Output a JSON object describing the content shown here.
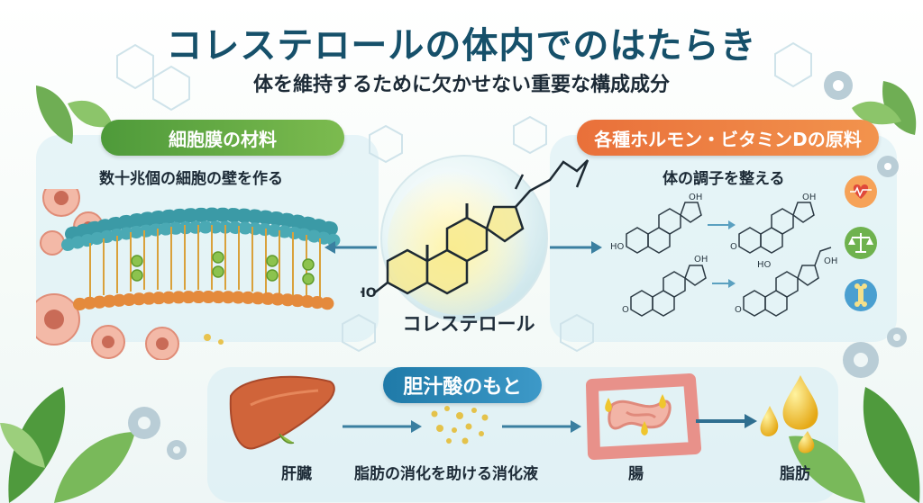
{
  "title": "コレステロールの体内でのはたらき",
  "subtitle": "体を維持するために欠かせない重要な構成成分",
  "center": {
    "label": "コレステロール",
    "molecule_label": "HO"
  },
  "left_section": {
    "heading": "細胞膜の材料",
    "caption": "数十兆個の細胞の壁を作る"
  },
  "right_section": {
    "heading": "各種ホルモン・ビタミンDの原料",
    "caption": "体の調子を整える",
    "hormone_labels": {
      "oh": "OH",
      "ho": "HO",
      "o": "O"
    },
    "icons": [
      "heart-pulse-icon",
      "balance-scale-icon",
      "bone-icon"
    ]
  },
  "bottom_section": {
    "heading": "胆汁酸のもと",
    "liver": "肝臓",
    "bile": "脂肪の消化を助ける消化液",
    "intestine": "腸",
    "fat": "脂肪"
  },
  "colors": {
    "title": "#16506a",
    "green_pill": "#5aa53f",
    "orange_pill": "#ec7a3f",
    "blue_pill": "#2684b4",
    "arrow": "#3a7fa0"
  }
}
